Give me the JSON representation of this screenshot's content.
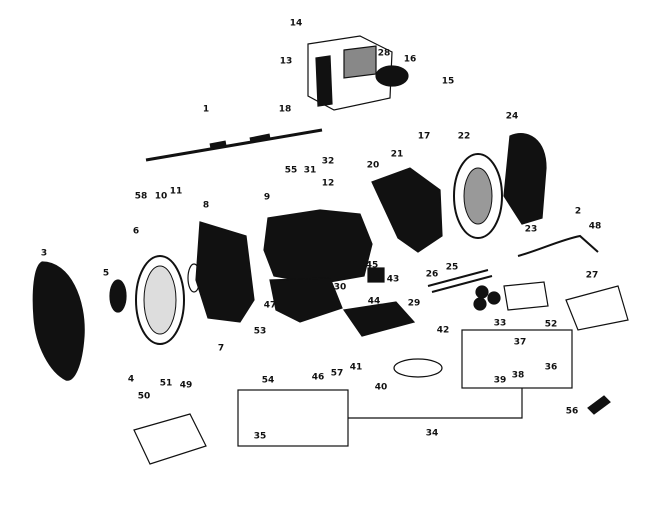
{
  "diagram": {
    "labels": [
      "1",
      "2",
      "3",
      "4",
      "5",
      "6",
      "7",
      "8",
      "9",
      "10",
      "11",
      "12",
      "13",
      "14",
      "15",
      "16",
      "17",
      "18",
      "20",
      "21",
      "22",
      "23",
      "24",
      "25",
      "26",
      "27",
      "28",
      "29",
      "30",
      "31",
      "32",
      "33",
      "34",
      "35",
      "36",
      "37",
      "38",
      "39",
      "40",
      "41",
      "42",
      "43",
      "44",
      "45",
      "46",
      "47",
      "48",
      "49",
      "50",
      "51",
      "52",
      "53",
      "54",
      "55",
      "56",
      "57",
      "58"
    ]
  }
}
